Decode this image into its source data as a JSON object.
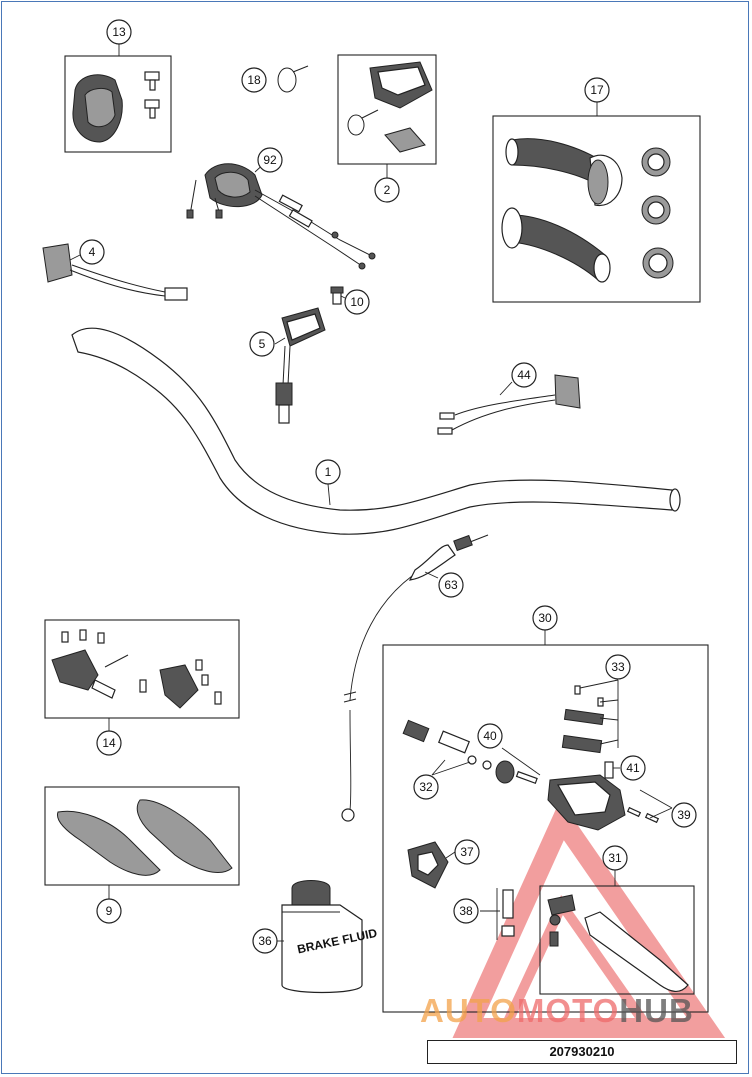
{
  "diagram": {
    "callouts": [
      "1",
      "2",
      "4",
      "5",
      "9",
      "10",
      "13",
      "14",
      "17",
      "18",
      "30",
      "31",
      "32",
      "33",
      "36",
      "37",
      "38",
      "39",
      "40",
      "41",
      "44",
      "63",
      "92"
    ],
    "container_label": "BRAKE FLUID"
  },
  "document_number": "207930210",
  "watermark": {
    "part1": "AUTO",
    "part2": "MOTO",
    "part3": "HUB",
    "colors": [
      "#f3a24a",
      "#ee6a6a",
      "#555555"
    ]
  }
}
